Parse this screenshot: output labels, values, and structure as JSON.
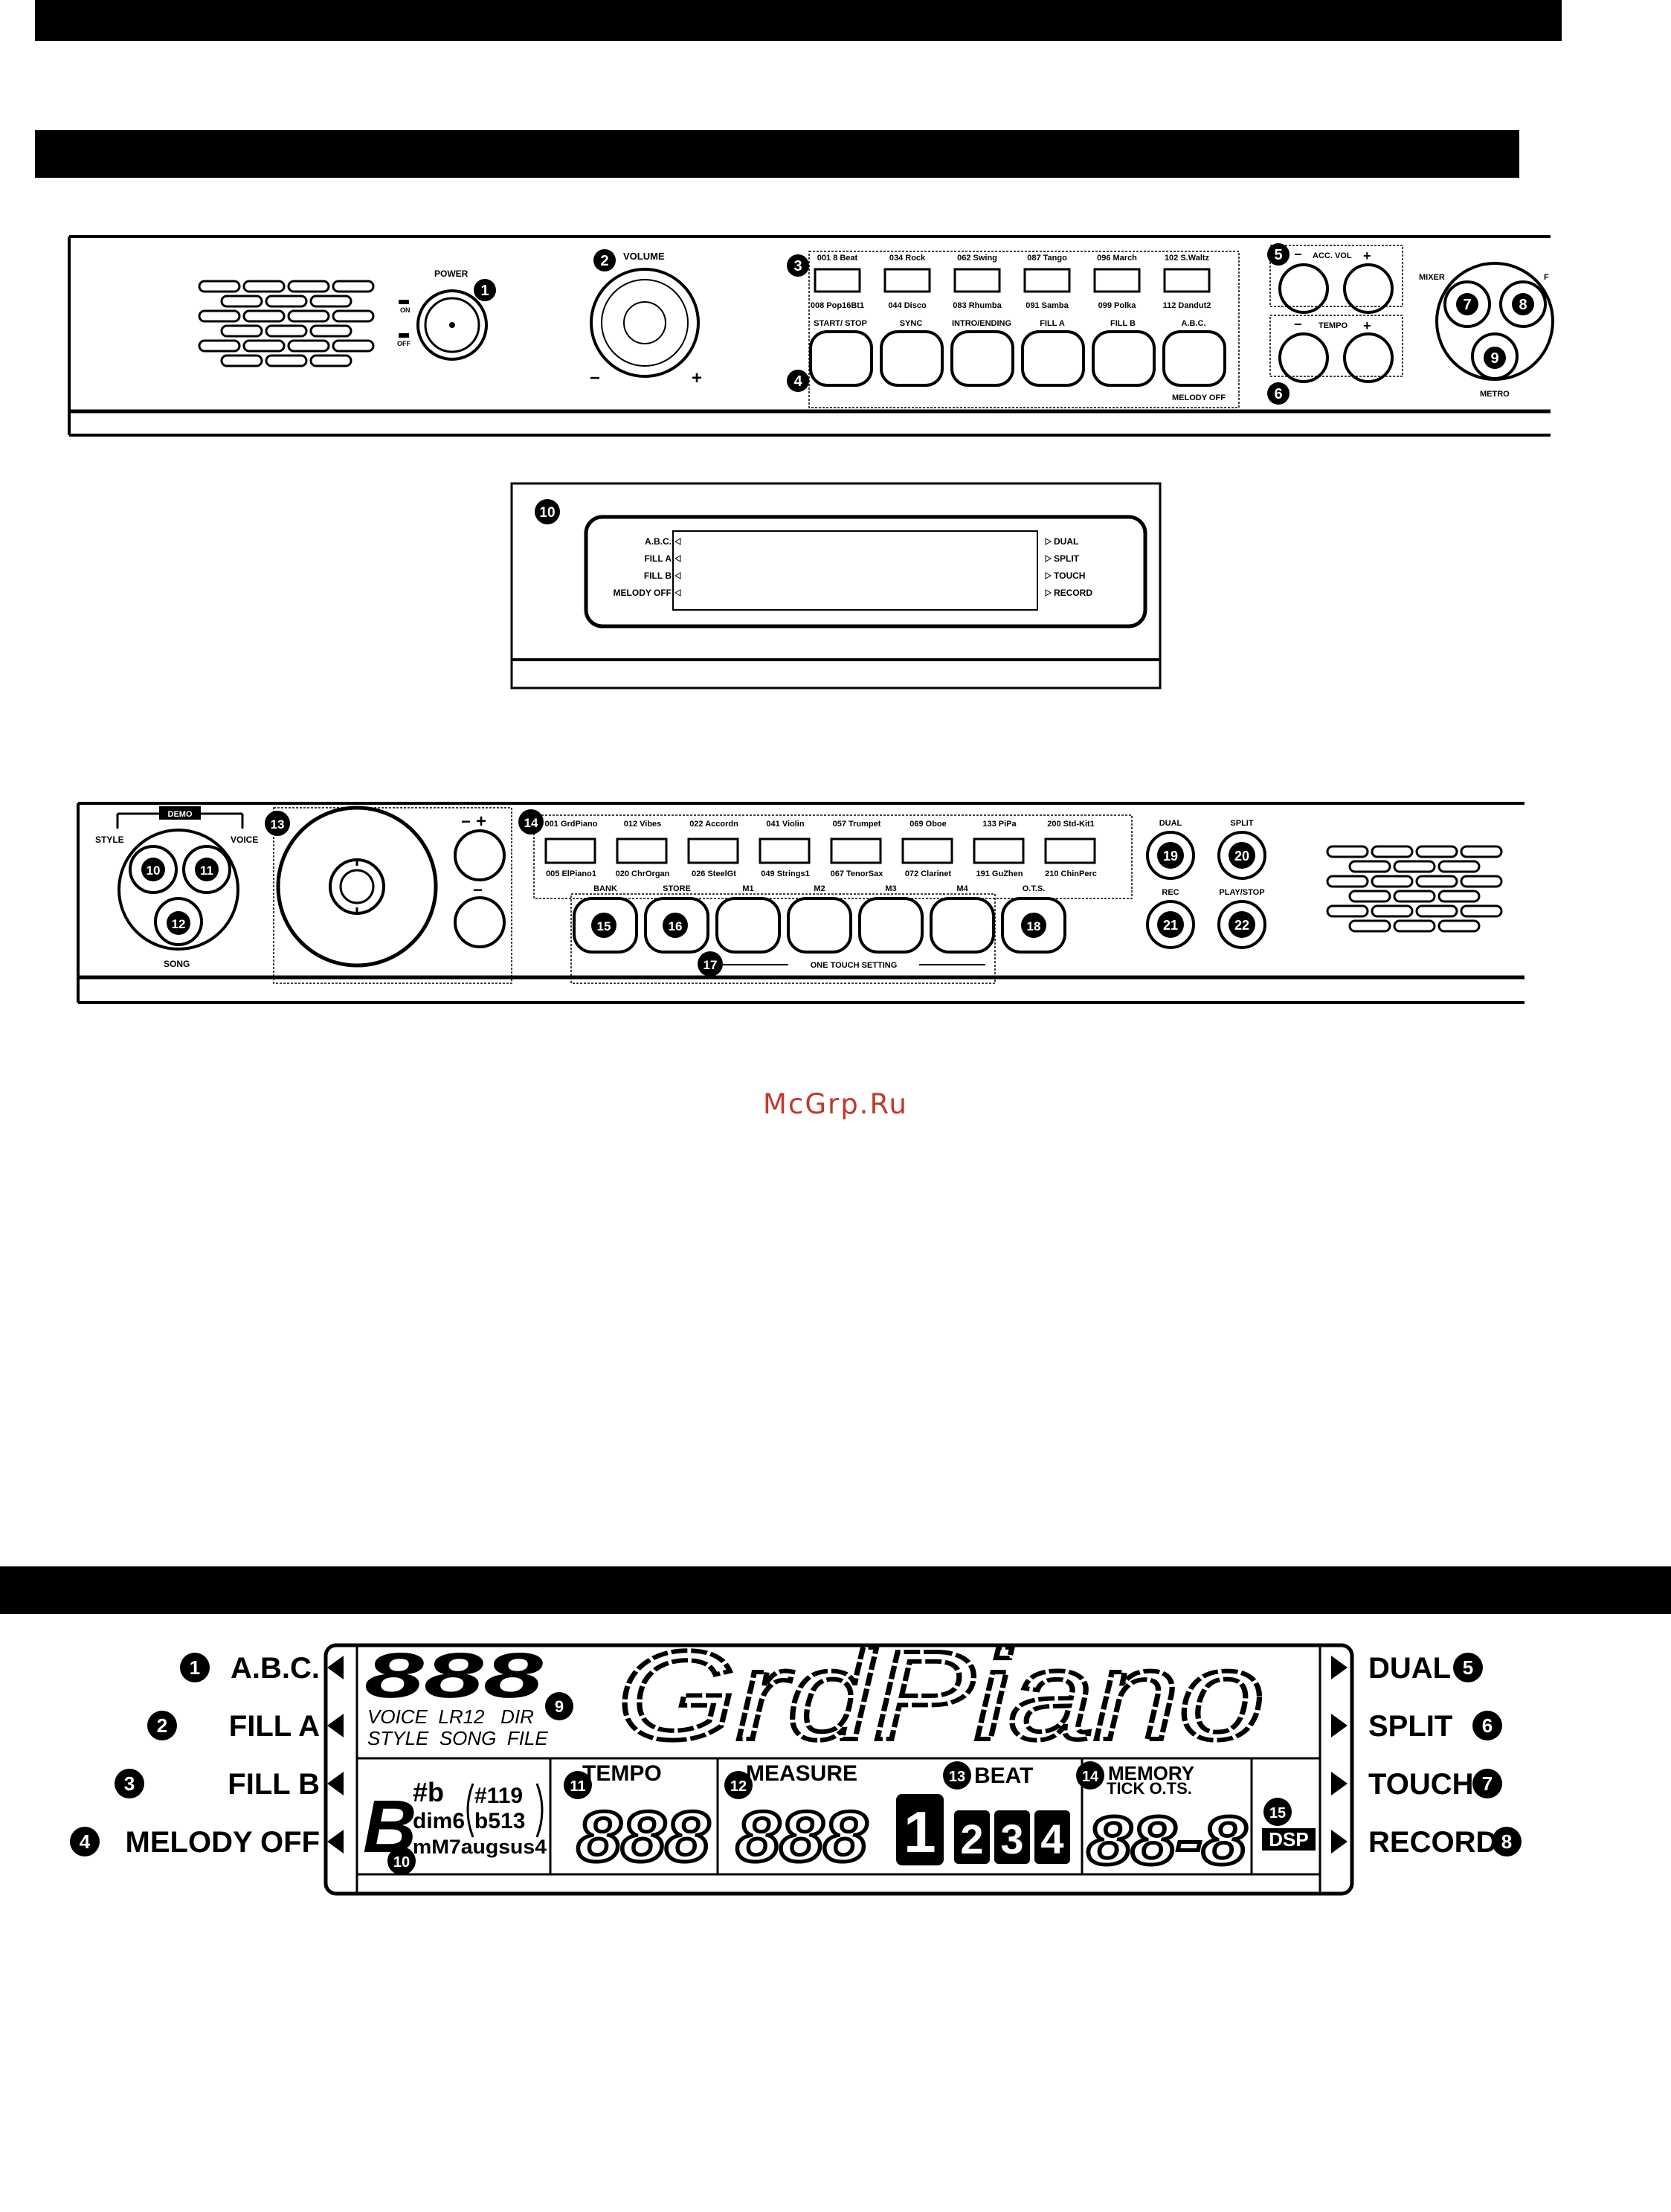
{
  "front_panel": {
    "power": {
      "label": "POWER",
      "on": "ON",
      "off": "OFF",
      "num": "1"
    },
    "volume": {
      "label": "VOLUME",
      "minus": "−",
      "plus": "+",
      "num": "2"
    },
    "style_group": {
      "num": "3",
      "top_labels": [
        "001 8 Beat",
        "034 Rock",
        "062 Swing",
        "087 Tango",
        "096 March",
        "102 S.Waltz"
      ],
      "bottom_labels": [
        "008 Pop16Bt1",
        "044 Disco",
        "083 Rhumba",
        "091 Samba",
        "099 Polka",
        "112 Dandut2"
      ]
    },
    "control_group": {
      "num": "4",
      "labels": [
        "START/ STOP",
        "SYNC",
        "INTRO/ENDING",
        "FILL A",
        "FILL B",
        "A.B.C."
      ],
      "melody_off": "MELODY OFF"
    },
    "acc_vol": {
      "label": "ACC. VOL",
      "minus": "−",
      "plus": "+",
      "num": "5"
    },
    "tempo": {
      "label": "TEMPO",
      "minus": "−",
      "plus": "+",
      "num": "6"
    },
    "mixer": {
      "label": "MIXER",
      "metro": "METRO",
      "f": "F",
      "nums": [
        "7",
        "8",
        "9"
      ]
    }
  },
  "small_display": {
    "num": "10",
    "left": [
      "A.B.C.",
      "FILL A",
      "FILL B",
      "MELODY OFF"
    ],
    "right": [
      "DUAL",
      "SPLIT",
      "TOUCH",
      "RECORD"
    ]
  },
  "second_panel": {
    "demo": "DEMO",
    "style": "STYLE",
    "voice": "VOICE",
    "song": "SONG",
    "nums_left": [
      "10",
      "11",
      "12"
    ],
    "dial_num": "13",
    "dial_plus": "+",
    "dial_minus": "−",
    "voice_group": {
      "num": "14",
      "top_labels": [
        "001 GrdPiano",
        "012 Vibes",
        "022 Accordn",
        "041 Violin",
        "057 Trumpet",
        "069 Oboe",
        "133 PiPa",
        "200 Std-Kit1"
      ],
      "bottom_labels": [
        "005 ElPiano1",
        "020 ChrOrgan",
        "026 SteelGt",
        "049 Strings1",
        "067 TenorSax",
        "072 Clarinet",
        "191 GuZhen",
        "210 ChinPerc"
      ]
    },
    "memory": {
      "labels": [
        "BANK",
        "STORE",
        "M1",
        "M2",
        "M3",
        "M4",
        "O.T.S."
      ],
      "nums": [
        "15",
        "16",
        "18"
      ],
      "ots_num": "17",
      "ots_label": "ONE TOUCH SETTING"
    },
    "round_buttons": {
      "labels": [
        "DUAL",
        "SPLIT",
        "REC",
        "PLAY/STOP"
      ],
      "nums": [
        "19",
        "20",
        "21",
        "22"
      ]
    }
  },
  "lcd": {
    "left_items": [
      {
        "num": "1",
        "label": "A.B.C."
      },
      {
        "num": "2",
        "label": "FILL A"
      },
      {
        "num": "3",
        "label": "FILL B"
      },
      {
        "num": "4",
        "label": "MELODY OFF"
      }
    ],
    "right_items": [
      {
        "num": "5",
        "label": "DUAL"
      },
      {
        "num": "6",
        "label": "SPLIT"
      },
      {
        "num": "7",
        "label": "TOUCH"
      },
      {
        "num": "8",
        "label": "RECORD"
      }
    ],
    "digits": "888",
    "mode_line1": "VOICE  LR12   DIR",
    "mode_line2": "STYLE  SONG  FILE",
    "mode_num": "9",
    "main_text": "GrdPiano",
    "chord": {
      "root": "B",
      "sharp_flat": "#b",
      "dim6": "dim6",
      "sharp119": "#119",
      "flat513": "b513",
      "line3": "mM7augsus4",
      "num": "10"
    },
    "tempo": {
      "label": "TEMPO",
      "value": "888",
      "num": "11"
    },
    "measure": {
      "label": "MEASURE",
      "value": "888",
      "num": "12"
    },
    "beat": {
      "label": "BEAT",
      "values": [
        "1",
        "2",
        "3",
        "4"
      ],
      "num": "13"
    },
    "memory": {
      "label": "MEMORY",
      "sub": "TICK O.TS.",
      "value": "88-8",
      "num": "14"
    },
    "dsp": {
      "label": "DSP",
      "num": "15"
    }
  },
  "watermark": "McGrp.Ru"
}
